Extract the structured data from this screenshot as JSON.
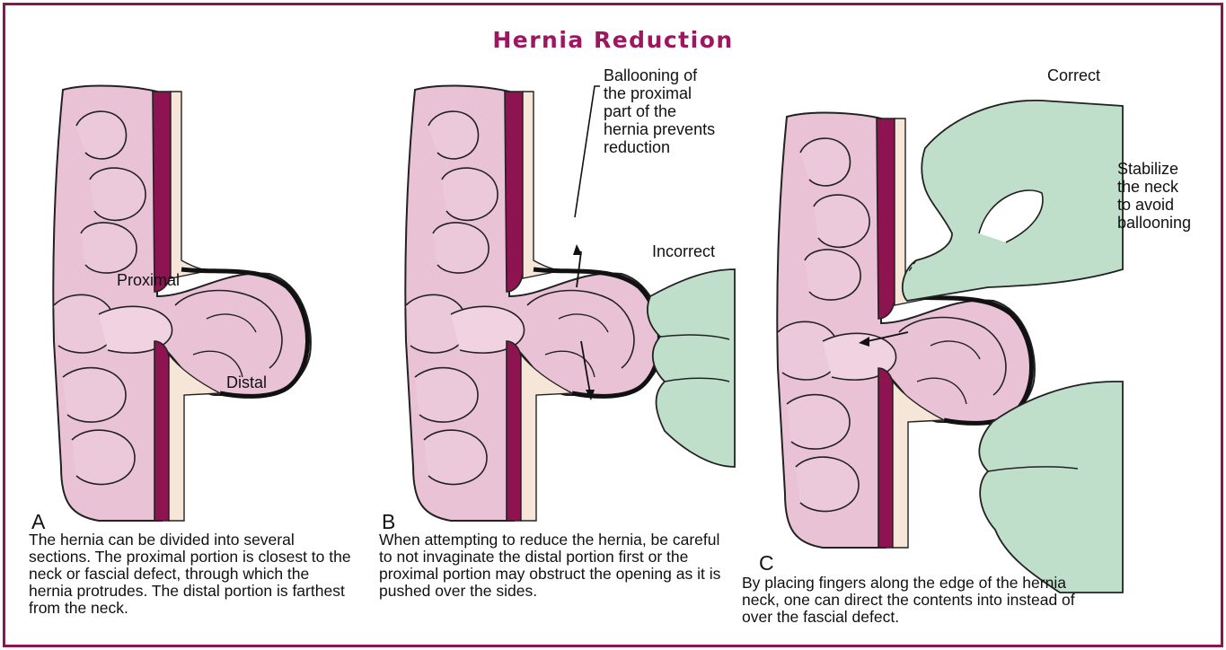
{
  "title": "Hernia Reduction",
  "colors": {
    "border": "#8a1551",
    "title": "#9c1660",
    "bowel": "#e9c3d5",
    "bowel_shadow": "#d7a4bf",
    "muscle": "#8d1450",
    "fascia": "#f6e6d8",
    "glove": "#bfdfcb"
  },
  "panels": [
    {
      "letter": "A",
      "labels": {
        "proximal": "Proximal",
        "distal": "Distal"
      },
      "caption": "The hernia can be divided into several sections. The proximal portion is closest to the neck or fascial defect, through which the hernia protrudes. The distal portion is farthest from the neck."
    },
    {
      "letter": "B",
      "callout": "Ballooning of\nthe proximal\npart of the\nhernia prevents\nreduction",
      "hand_label": "Incorrect",
      "caption": "When attempting to reduce the hernia, be careful to not invaginate the distal portion first or the proximal portion may obstruct the opening as it is pushed over the sides."
    },
    {
      "letter": "C",
      "hand_label": "Correct",
      "callout": "Stabilize\nthe neck\nto avoid\nballooning",
      "caption": "By placing fingers along the edge of the hernia neck, one can direct the contents into instead of over the fascial defect."
    }
  ]
}
